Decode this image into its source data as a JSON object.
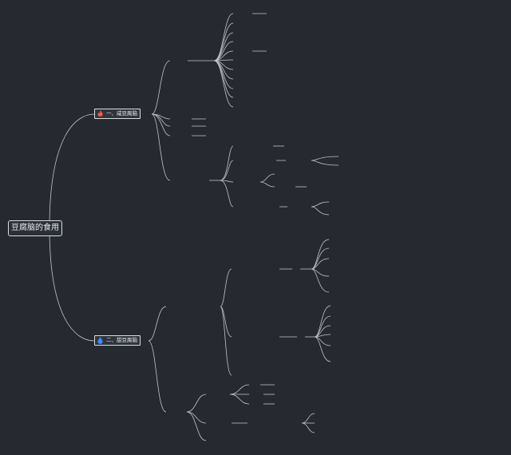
{
  "colors": {
    "background": "#262a30",
    "line": "#bfc5ce",
    "fire_icon": "#ff5a36",
    "drop_icon": "#3a8dff"
  },
  "icons": {
    "branch1": "fire-icon",
    "branch2": "water-drop-icon"
  },
  "root": {
    "label": "豆腐脑的食用"
  },
  "branch1": {
    "label": "一、咸豆腐脑"
  },
  "branch2": {
    "label": "二、甜豆腐脑"
  }
}
